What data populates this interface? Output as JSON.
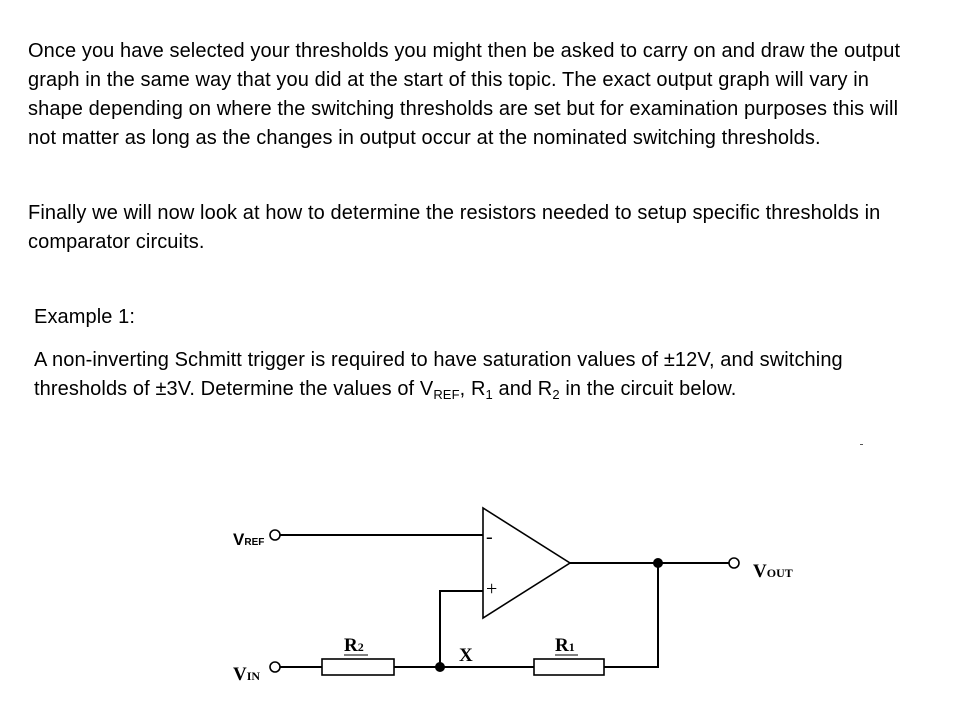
{
  "paragraphs": {
    "p1": "Once you have selected your thresholds you might then be asked to carry on and draw the output graph in the same way that you did at the start of this topic. The exact output graph will vary in shape depending on where the switching thresholds are set but for examination purposes this will not matter as long as the changes in output occur at the nominated switching thresholds.",
    "p2": "Finally we will now look at how to determine the resistors needed to setup specific thresholds in comparator circuits."
  },
  "example": {
    "title": "Example 1:",
    "text_part1": "A non-inverting Schmitt trigger is required to have saturation values of ±12V, and switching thresholds of ±3V. Determine the values of V",
    "vref_sub": "REF",
    "text_part2": ", R",
    "r1_sub": "1",
    "text_part3": " and R",
    "r2_sub": "2",
    "text_part4": " in the circuit below."
  },
  "circuit": {
    "vref_main": "V",
    "vref_sub": "REF",
    "vin_main": "V",
    "vin_sub": "IN",
    "vout_main": "V",
    "vout_sub": "OUT",
    "r1_main": "R",
    "r1_sub": "1",
    "r2_main": "R",
    "r2_sub": "2",
    "node_x": "X",
    "inverting_sign": "-",
    "noninverting_sign": "+"
  }
}
